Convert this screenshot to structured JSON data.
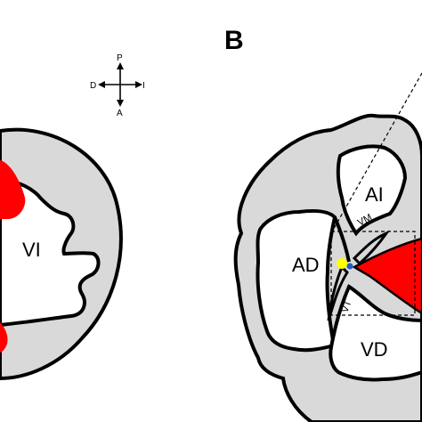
{
  "panel_b": {
    "letter": "B",
    "chambers": {
      "left_atrium": "AI",
      "right_atrium": "AD",
      "right_ventricle": "VD",
      "left_ventricle": "VI"
    },
    "valves": {
      "mitral": "VM",
      "tricuspid": "VT"
    }
  },
  "compass": {
    "posterior": "P",
    "anterior": "A",
    "right": "D",
    "left": "I"
  },
  "colors": {
    "tissue_fill": "#d9d9d9",
    "outline": "#000000",
    "highlight_red": "#ff0000",
    "highlight_yellow": "#ffff00",
    "highlight_blue": "#1f5fbf"
  }
}
